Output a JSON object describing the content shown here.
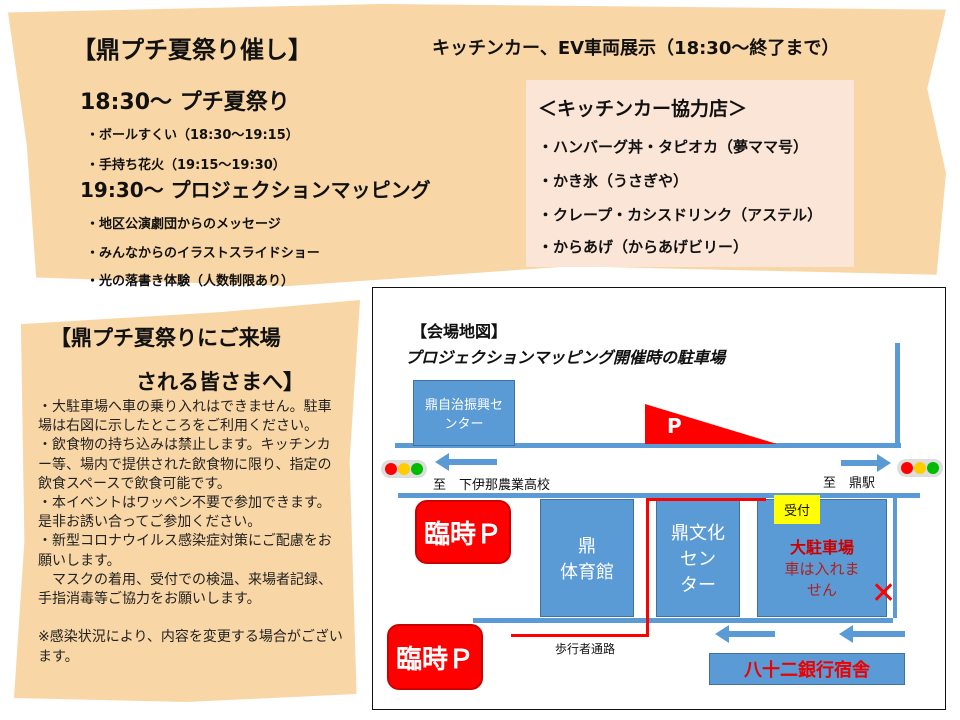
{
  "top": {
    "title": "【鼎プチ夏祭り催し】",
    "subtitle": "キッチンカー、EV車両展示（18:30～終了まで）",
    "section1": {
      "heading": "18:30～ プチ夏祭り",
      "items": [
        "・ボールすくい（18:30～19:15）",
        "・手持ち花火（19:15～19:30）"
      ]
    },
    "section2": {
      "heading": "19:30～ プロジェクションマッピング",
      "items": [
        "・地区公演劇団からのメッセージ",
        "・みんなからのイラストスライドショー",
        "・光の落書き体験（人数制限あり）"
      ]
    },
    "kitchen": {
      "heading": "＜キッチンカー協力店＞",
      "items": [
        "・ハンバーグ丼・タピオカ（夢ママ号）",
        "・かき氷（うさぎや）",
        "・クレープ・カシスドリンク（アステル）",
        "・からあげ（からあげビリー）"
      ]
    }
  },
  "notice": {
    "title_line1": "【鼎プチ夏祭りにご来場",
    "title_line2": "される皆さまへ】",
    "body": "・大駐車場へ車の乗り入れはできません。駐車場は右図に示したところをご利用ください。\n・飲食物の持ち込みは禁止します。キッチンカー等、場内で提供された飲食物に限り、指定の飲食スペースで飲食可能です。\n・本イベントはワッペン不要で参加できます。是非お誘い合ってご参加ください。\n・新型コロナウイルス感染症対策にご配慮をお願いします。\n　マスクの着用、受付での検温、来場者記録、手指消毒等ご協力をお願いします。\n\n※感染状況により、内容を変更する場合がございます。"
  },
  "map": {
    "title": "【会場地図】",
    "subtitle": "プロジェクションマッピング開催時の駐車場",
    "jichi": "鼎自治振興センター",
    "parking_p": "P",
    "to_left": "至　下伊那農業高校",
    "to_right": "至　鼎駅",
    "temp_parking": "臨時Ｐ",
    "gym": "鼎\n体育館",
    "bunka": "鼎文化\nセン\nター",
    "reception": "受付",
    "big_parking": "大駐車場",
    "no_entry": "車は入れま\nせん",
    "walkway": "歩行者通路",
    "bank": "八十二銀行宿舎"
  }
}
